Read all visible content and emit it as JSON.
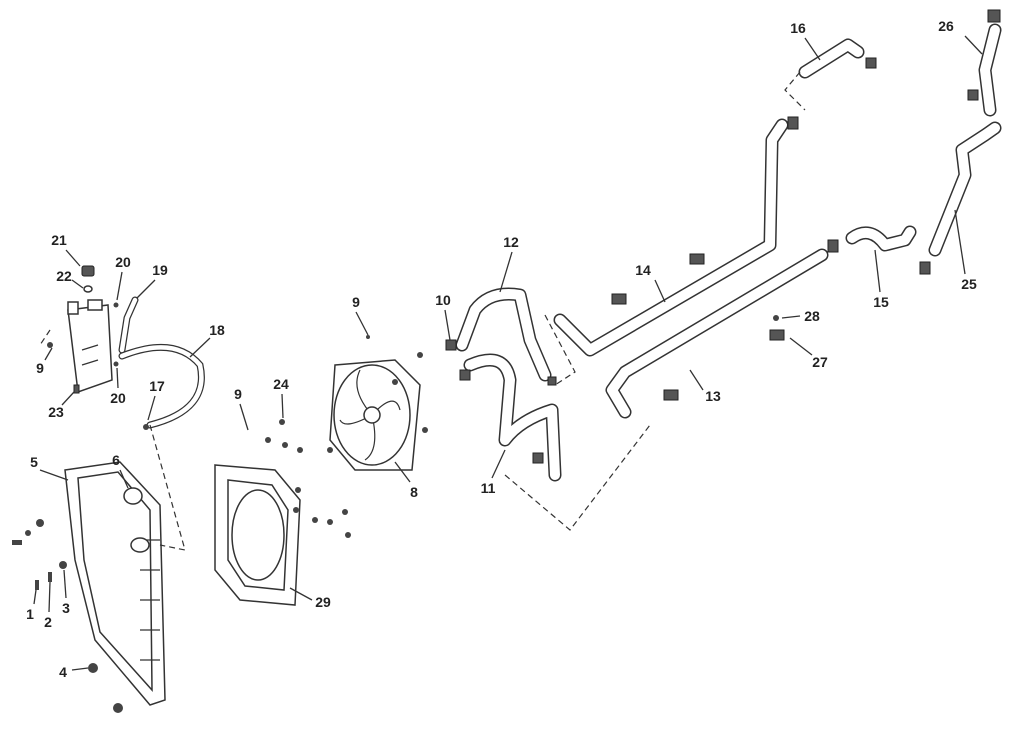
{
  "diagram": {
    "title": "Cooling system exploded parts diagram",
    "callouts": [
      "1",
      "2",
      "3",
      "4",
      "5",
      "6",
      "8",
      "9",
      "9",
      "9",
      "10",
      "11",
      "12",
      "13",
      "14",
      "15",
      "16",
      "17",
      "18",
      "19",
      "20",
      "20",
      "21",
      "22",
      "23",
      "24",
      "25",
      "26",
      "27",
      "28",
      "29"
    ]
  },
  "labels": {
    "c1": "1",
    "c2": "2",
    "c3": "3",
    "c4": "4",
    "c5": "5",
    "c6": "6",
    "c8": "8",
    "c9a": "9",
    "c9b": "9",
    "c9c": "9",
    "c10": "10",
    "c11": "11",
    "c12": "12",
    "c13": "13",
    "c14": "14",
    "c15": "15",
    "c16": "16",
    "c17": "17",
    "c18": "18",
    "c19": "19",
    "c20a": "20",
    "c20b": "20",
    "c21": "21",
    "c22": "22",
    "c23": "23",
    "c24": "24",
    "c25": "25",
    "c26": "26",
    "c27": "27",
    "c28": "28",
    "c29": "29"
  }
}
